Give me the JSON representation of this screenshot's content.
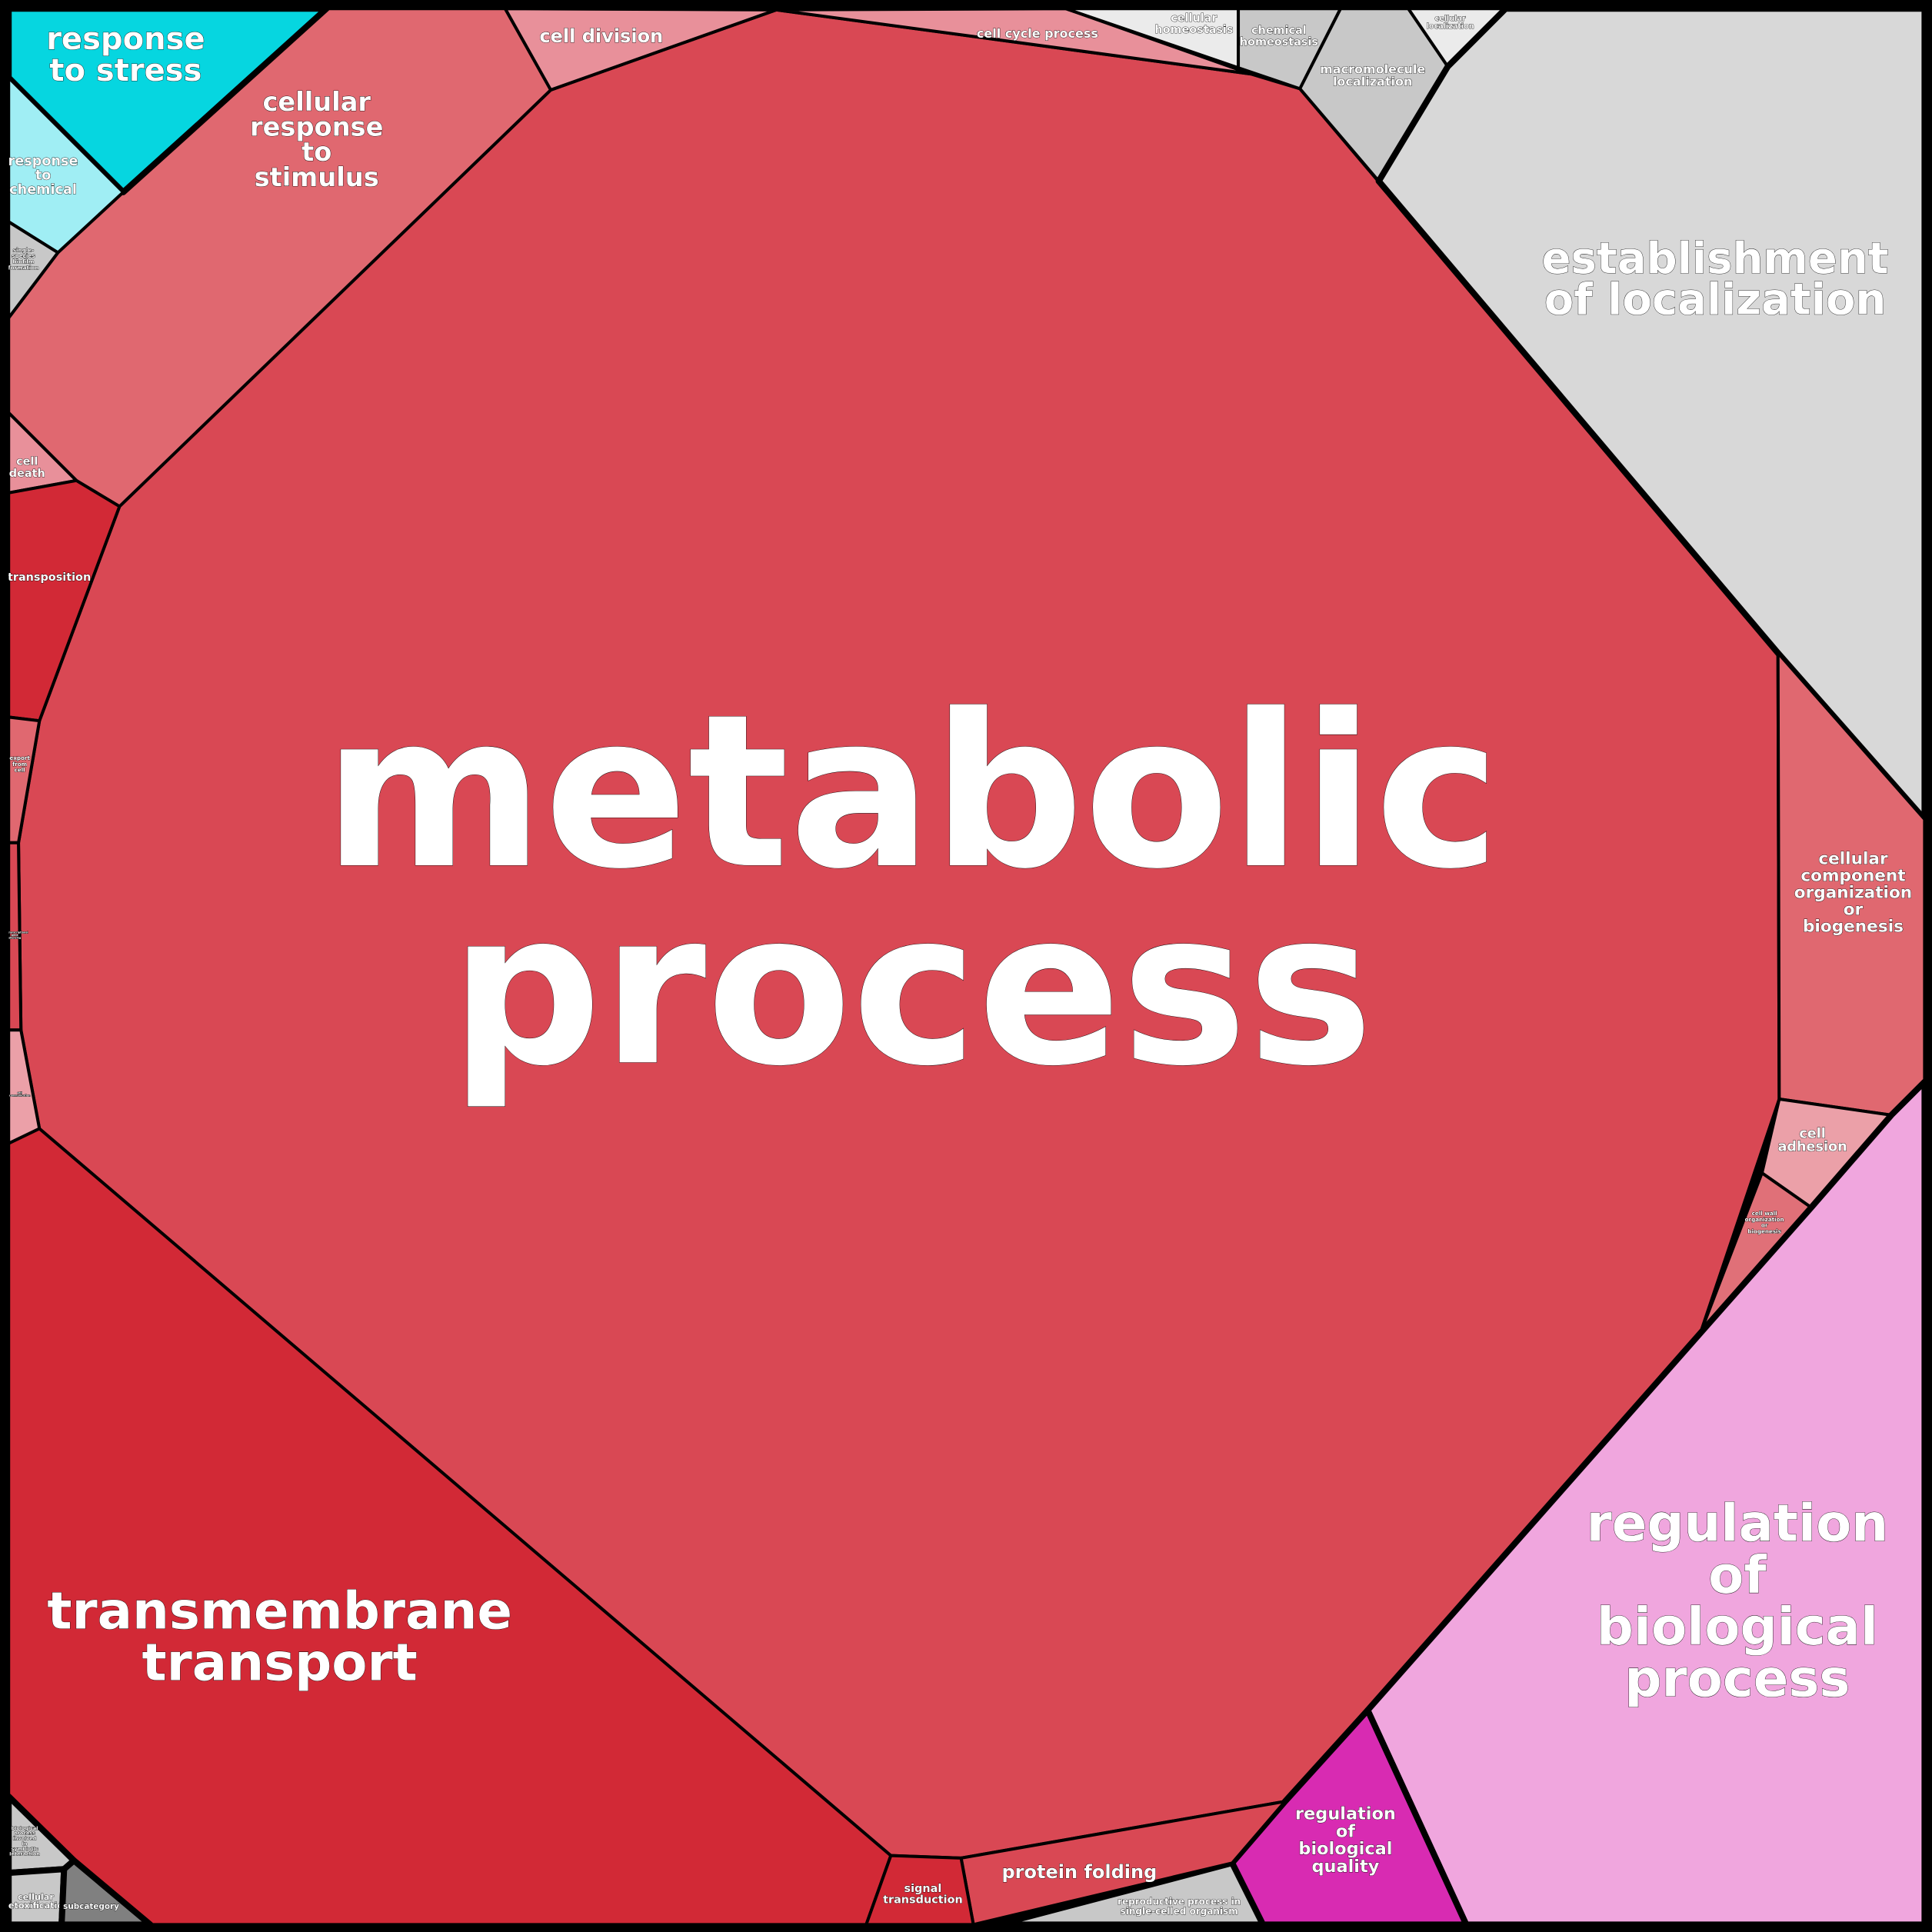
{
  "title": "Voronoi treemap of biological process categories",
  "regions": [
    {
      "id": "metabolic-process",
      "lines": [
        "metabolic",
        "process"
      ],
      "color": "#d94854"
    },
    {
      "id": "transmembrane-transport",
      "lines": [
        "transmembrane",
        "transport"
      ],
      "color": "#d22936"
    },
    {
      "id": "cellular-response-to-stimulus",
      "lines": [
        "cellular",
        "response",
        "to",
        "stimulus"
      ],
      "color": "#e06870"
    },
    {
      "id": "response-to-stress",
      "lines": [
        "response",
        "to stress"
      ],
      "color": "#06d6e0"
    },
    {
      "id": "response-to-chemical",
      "lines": [
        "response",
        "to",
        "chemical"
      ],
      "color": "#a0eef4"
    },
    {
      "id": "single-species-biofilm-formation",
      "lines": [
        "single-",
        "species",
        "biofilm",
        "formation"
      ],
      "color": "#c8c8c8"
    },
    {
      "id": "cell-death",
      "lines": [
        "cell",
        "death"
      ],
      "color": "#e8909a"
    },
    {
      "id": "transposition",
      "lines": [
        "transposition"
      ],
      "color": "#d22936"
    },
    {
      "id": "export-from-cell",
      "lines": [
        "export",
        "from",
        "cell"
      ],
      "color": "#e06870"
    },
    {
      "id": "posttranscriptional-gene-silencing",
      "lines": [
        "posttranscriptional",
        "gene",
        "silencing"
      ],
      "color": "#d94854"
    },
    {
      "id": "cell-communication",
      "lines": [
        "cell",
        "communication"
      ],
      "color": "#eba0a8"
    },
    {
      "id": "cell-division",
      "lines": [
        "cell division"
      ],
      "color": "#e8909a"
    },
    {
      "id": "cell-cycle-process",
      "lines": [
        "cell cycle process"
      ],
      "color": "#e8909a"
    },
    {
      "id": "cellular-homeostasis",
      "lines": [
        "cellular",
        "homeostasis"
      ],
      "color": "#ebebeb"
    },
    {
      "id": "chemical-homeostasis",
      "lines": [
        "chemical",
        "homeostasis"
      ],
      "color": "#c8c8c8"
    },
    {
      "id": "macromolecule-localization",
      "lines": [
        "macromolecule",
        "localization"
      ],
      "color": "#c8c8c8"
    },
    {
      "id": "cellular-localization",
      "lines": [
        "cellular",
        "localization"
      ],
      "color": "#ebebeb"
    },
    {
      "id": "establishment-of-localization",
      "lines": [
        "establishment",
        "of localization"
      ],
      "color": "#d8d8d8"
    },
    {
      "id": "cellular-component-organization-or-biogenesis",
      "lines": [
        "cellular",
        "component",
        "organization",
        "or",
        "biogenesis"
      ],
      "color": "#e06870"
    },
    {
      "id": "cell-adhesion",
      "lines": [
        "cell",
        "adhesion"
      ],
      "color": "#eba0a8"
    },
    {
      "id": "cell-wall-organization-or-biogenesis",
      "lines": [
        "cell wall",
        "organization",
        "or",
        "biogenesis"
      ],
      "color": "#e07078"
    },
    {
      "id": "regulation-of-biological-process",
      "lines": [
        "regulation",
        "of",
        "biological",
        "process"
      ],
      "color": "#f0a6de"
    },
    {
      "id": "regulation-of-biological-quality",
      "lines": [
        "regulation",
        "of",
        "biological",
        "quality"
      ],
      "color": "#d82bb2"
    },
    {
      "id": "reproductive-process-in-single-celled-organism",
      "lines": [
        "reproductive process in",
        "single-celled organism"
      ],
      "color": "#c8c8c8"
    },
    {
      "id": "protein-folding",
      "lines": [
        "protein folding"
      ],
      "color": "#d94854"
    },
    {
      "id": "signal-transduction",
      "lines": [
        "signal",
        "transduction"
      ],
      "color": "#d22936"
    },
    {
      "id": "biological-process-involved-in-symbiotic-interaction",
      "lines": [
        "biological",
        "process",
        "involved",
        "in",
        "symbiotic",
        "interaction"
      ],
      "color": "#c8c8c8"
    },
    {
      "id": "cellular-detoxification",
      "lines": [
        "cellular",
        "detoxification"
      ],
      "color": "#c8c8c8"
    },
    {
      "id": "subcategory",
      "lines": [
        "subcategory"
      ],
      "color": "#808080"
    }
  ]
}
